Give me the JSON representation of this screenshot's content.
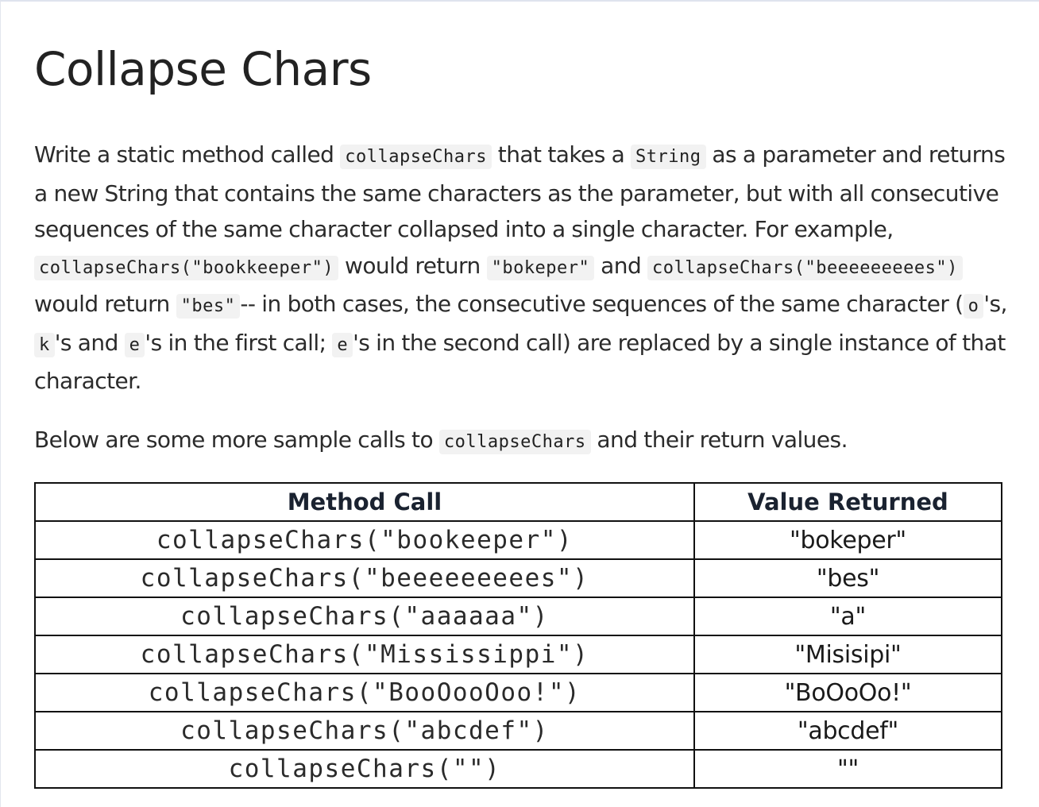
{
  "title": "Collapse Chars",
  "intro": {
    "t1": "Write a static method called ",
    "c1": "collapseChars",
    "t2": " that takes a ",
    "c2": "String",
    "t3": " as a parameter and returns a new String that contains the same characters as the parameter, but with all consecutive sequences of the same character collapsed into a single character. For example, ",
    "c3": "collapseChars(\"bookkeeper\")",
    "t4": " would return ",
    "c4": "\"bokeper\"",
    "t5": " and ",
    "c5": "collapseChars(\"beeeeeeeees\")",
    "t6": " would return ",
    "c6": "\"bes\"",
    "t7": "-- in both cases, the consecutive sequences of the same character (",
    "c7": "o",
    "t8": "'s, ",
    "c8": "k",
    "t9": "'s and ",
    "c9": "e",
    "t10": "'s in the first call; ",
    "c10": "e",
    "t11": "'s in the second call) are replaced by a single instance of that character."
  },
  "below": {
    "t1": "Below are some more sample calls to ",
    "c1": "collapseChars",
    "t2": " and their return values."
  },
  "table": {
    "headers": [
      "Method Call",
      "Value Returned"
    ],
    "rows": [
      [
        "collapseChars(\"bookeeper\")",
        "\"bokeper\""
      ],
      [
        "collapseChars(\"beeeeeeeees\")",
        "\"bes\""
      ],
      [
        "collapseChars(\"aaaaaa\")",
        "\"a\""
      ],
      [
        "collapseChars(\"Mississippi\")",
        "\"Misisipi\""
      ],
      [
        "collapseChars(\"BooOooOoo!\")",
        "\"BoOoOo!\""
      ],
      [
        "collapseChars(\"abcdef\")",
        "\"abcdef\""
      ],
      [
        "collapseChars(\"\")",
        "\"\""
      ]
    ]
  }
}
